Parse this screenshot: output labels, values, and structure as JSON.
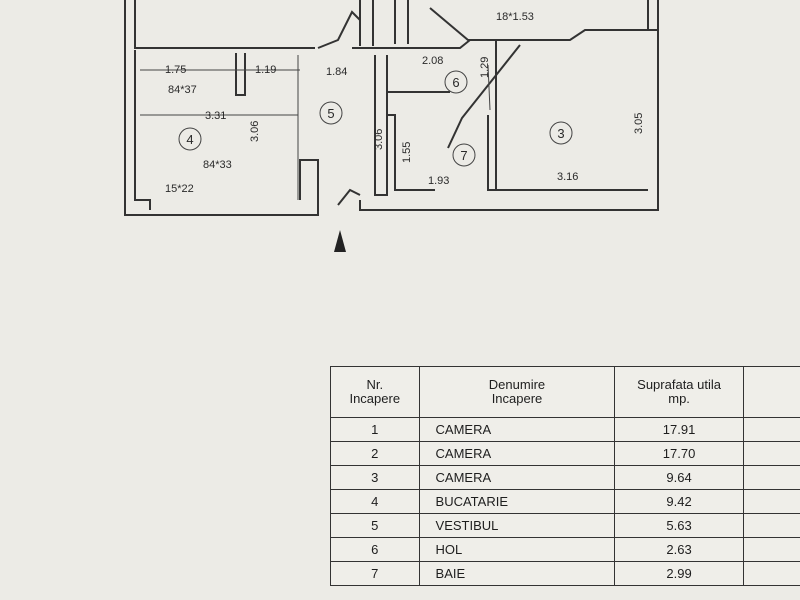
{
  "plan": {
    "dimensions": {
      "d_18_153": "18*1.53",
      "d_175": "1.75",
      "d_119": "1.19",
      "d_184": "1.84",
      "d_208": "2.08",
      "d_129": "1.29",
      "d_84_37": "84*37",
      "d_331": "3.31",
      "d_306a": "3.06",
      "d_306b": "3.06",
      "d_305": "3.05",
      "d_84_33": "84*33",
      "d_15_22": "15*22",
      "d_155": "1.55",
      "d_193": "1.93",
      "d_316": "3.16"
    },
    "room_numbers": [
      "3",
      "4",
      "5",
      "6",
      "7"
    ]
  },
  "table": {
    "headers": {
      "nr_line1": "Nr.",
      "nr_line2": "Incapere",
      "name_line1": "Denumire",
      "name_line2": "Incapere",
      "area_line1": "Suprafata utila",
      "area_line2": "mp."
    },
    "rows": [
      {
        "nr": "1",
        "name": "CAMERA",
        "area": "17.91"
      },
      {
        "nr": "2",
        "name": "CAMERA",
        "area": "17.70"
      },
      {
        "nr": "3",
        "name": "CAMERA",
        "area": "9.64"
      },
      {
        "nr": "4",
        "name": "BUCATARIE",
        "area": "9.42"
      },
      {
        "nr": "5",
        "name": "VESTIBUL",
        "area": "5.63"
      },
      {
        "nr": "6",
        "name": "HOL",
        "area": "2.63"
      },
      {
        "nr": "7",
        "name": "BAIE",
        "area": "2.99"
      }
    ]
  }
}
